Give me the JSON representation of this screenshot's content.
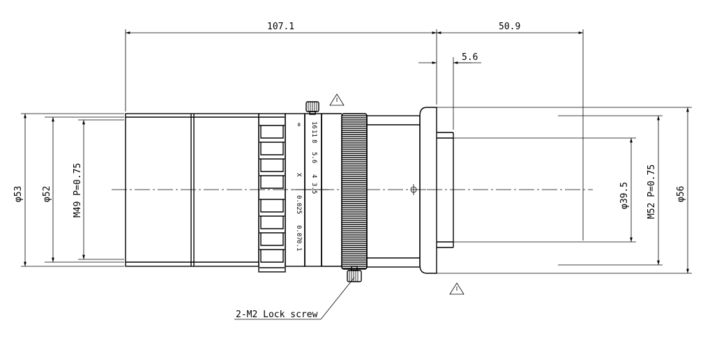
{
  "dimensions": {
    "overall_length": "107.1",
    "rear_length": "50.9",
    "flange": "5.6",
    "d53": "φ53",
    "d52": "φ52",
    "m49": "M49 P=0.75",
    "d39": "φ39.5",
    "m52": "M52 P=0.75",
    "d56": "φ56"
  },
  "scales": {
    "distance": [
      "∞",
      "X",
      "0.025",
      "0.07",
      "0.1"
    ],
    "aperture": [
      "16",
      "11",
      "8",
      "5.6",
      "4",
      "3.5"
    ]
  },
  "callout": "2-M2 Lock screw",
  "warning_symbol": "⚠"
}
